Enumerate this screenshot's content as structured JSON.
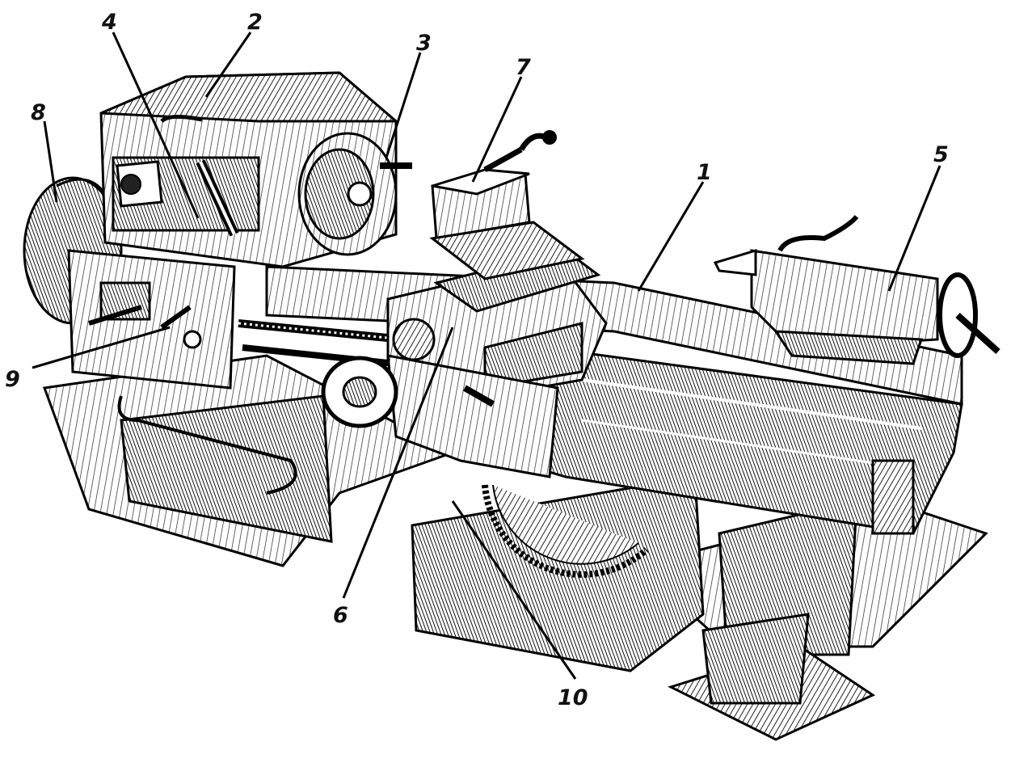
{
  "diagram": {
    "subject": "lathe-machine",
    "labels": {
      "bed": "1",
      "headstock": "2",
      "spindle": "3",
      "speed_lever": "4",
      "tailstock": "5",
      "apron": "6",
      "tool_post": "7",
      "motor": "8",
      "gearbox": "9",
      "tray": "10"
    }
  }
}
